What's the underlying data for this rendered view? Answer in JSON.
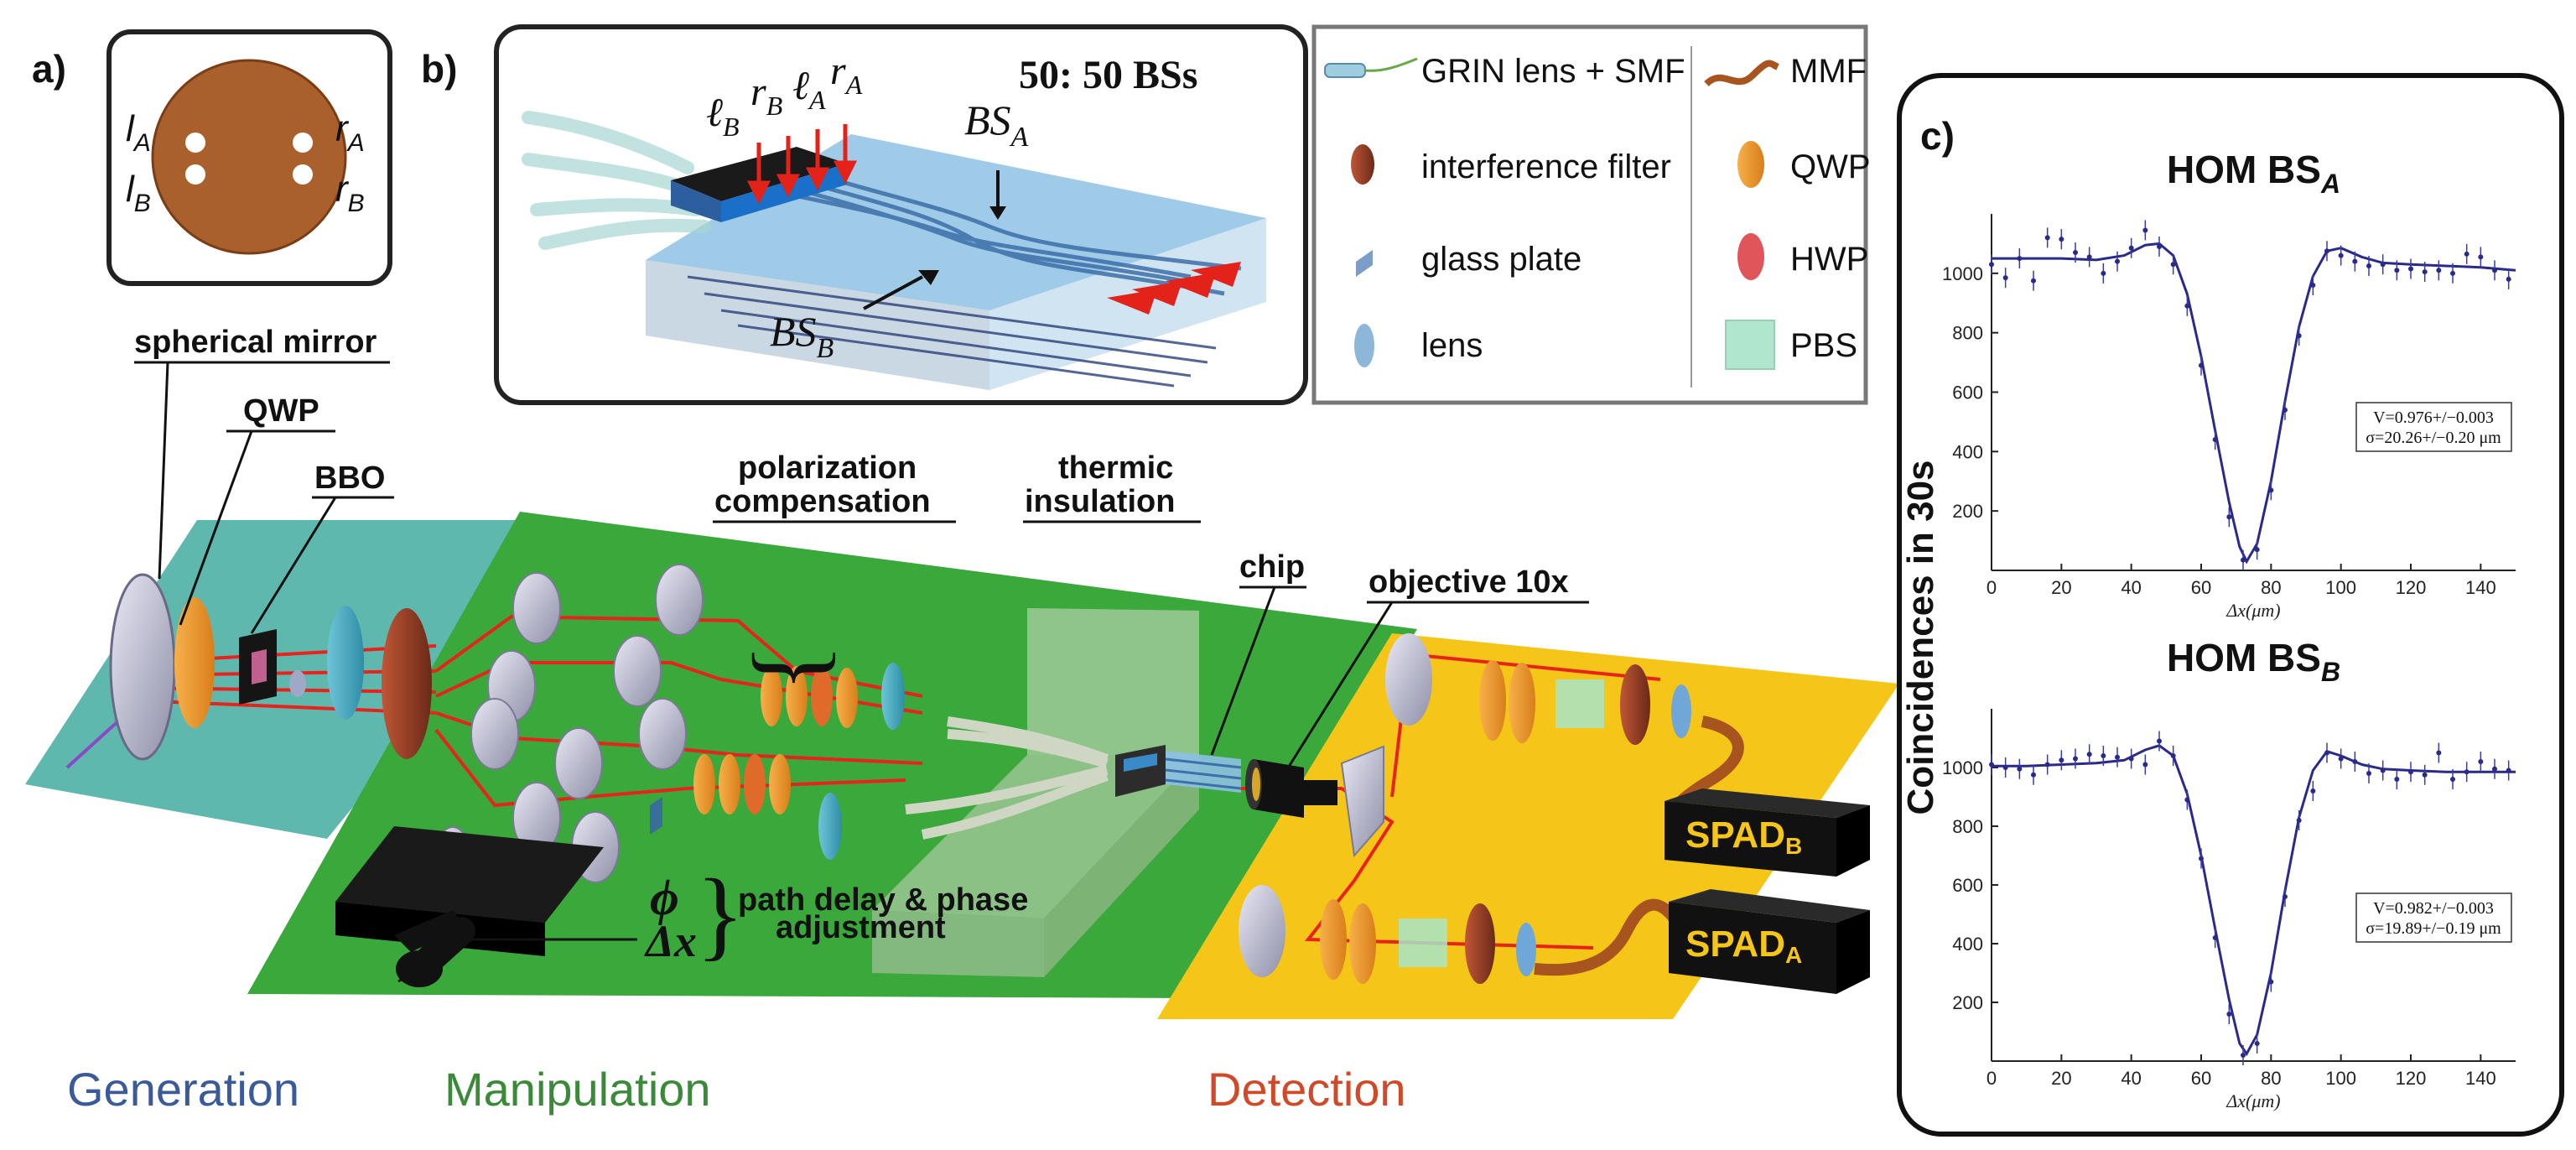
{
  "panel_labels": {
    "a": "a)",
    "b": "b)",
    "c": "c)"
  },
  "panel_a": {
    "port_lA": "l",
    "port_lA_sub": "A",
    "port_lB": "l",
    "port_lB_sub": "B",
    "port_rA": "r",
    "port_rA_sub": "A",
    "port_rB": "r",
    "port_rB_sub": "B"
  },
  "panel_b": {
    "title": "50: 50 BSs",
    "ports": [
      {
        "main": "ℓ",
        "sub": "B"
      },
      {
        "main": "r",
        "sub": "B"
      },
      {
        "main": "ℓ",
        "sub": "A"
      },
      {
        "main": "r",
        "sub": "A"
      }
    ],
    "bs_a": {
      "main": "BS",
      "sub": "A"
    },
    "bs_b": {
      "main": "BS",
      "sub": "B"
    }
  },
  "legend": {
    "left": [
      "GRIN lens + SMF",
      "interference filter",
      "glass plate",
      "lens"
    ],
    "right": [
      "MMF",
      "QWP",
      "HWP",
      "PBS"
    ]
  },
  "setup": {
    "labels": {
      "spherical_mirror": "spherical mirror",
      "qwp": "QWP",
      "bbo": "BBO",
      "polarization_line1": "polarization",
      "polarization_line2": "compensation",
      "thermic_line1": "thermic",
      "thermic_line2": "insulation",
      "chip": "chip",
      "objective": "objective 10x",
      "phi": "ϕ",
      "delta_x": "Δx",
      "path_delay_line1": "path delay & phase",
      "path_delay_line2": "adjustment",
      "spad_b": "SPAD",
      "spad_b_sub": "B",
      "spad_a": "SPAD",
      "spad_a_sub": "A"
    },
    "stages": {
      "generation": "Generation",
      "manipulation": "Manipulation",
      "detection": "Detection"
    },
    "colors": {
      "generation_plane": "#5fb8ad",
      "manipulation_plane": "#3aa83a",
      "detection_plane": "#f5c518",
      "generation_text": "#3a5a9a",
      "manipulation_text": "#3a8a3a",
      "detection_text": "#d04a2a",
      "beam": "#e8221c"
    }
  },
  "chart_data": [
    {
      "type": "scatter",
      "title": "HOM BS",
      "title_sub": "A",
      "xlabel": "Δx(μm)",
      "ylabel": "Coincidences in 30s",
      "xlim": [
        0,
        150
      ],
      "ylim": [
        0,
        1200
      ],
      "xticks": [
        0,
        20,
        40,
        60,
        80,
        100,
        120,
        140
      ],
      "yticks": [
        200,
        400,
        600,
        800,
        1000
      ],
      "annotation": [
        "V=0.976+/−0.003",
        "σ=20.26+/−0.20 μm"
      ],
      "points": [
        [
          0,
          1030
        ],
        [
          4,
          985
        ],
        [
          8,
          1050
        ],
        [
          12,
          975
        ],
        [
          16,
          1120
        ],
        [
          20,
          1115
        ],
        [
          24,
          1070
        ],
        [
          28,
          1055
        ],
        [
          32,
          1000
        ],
        [
          36,
          1040
        ],
        [
          40,
          1085
        ],
        [
          44,
          1145
        ],
        [
          48,
          1090
        ],
        [
          52,
          1030
        ],
        [
          56,
          890
        ],
        [
          60,
          690
        ],
        [
          64,
          440
        ],
        [
          68,
          180
        ],
        [
          72,
          35
        ],
        [
          76,
          70
        ],
        [
          80,
          270
        ],
        [
          84,
          540
        ],
        [
          88,
          790
        ],
        [
          92,
          960
        ],
        [
          96,
          1075
        ],
        [
          100,
          1060
        ],
        [
          104,
          1040
        ],
        [
          108,
          1025
        ],
        [
          112,
          1030
        ],
        [
          116,
          1010
        ],
        [
          120,
          1015
        ],
        [
          124,
          1005
        ],
        [
          128,
          1010
        ],
        [
          132,
          1000
        ],
        [
          136,
          1065
        ],
        [
          140,
          1055
        ],
        [
          144,
          1010
        ],
        [
          148,
          980
        ]
      ],
      "fit": [
        [
          0,
          1050
        ],
        [
          10,
          1050
        ],
        [
          20,
          1050
        ],
        [
          30,
          1045
        ],
        [
          38,
          1060
        ],
        [
          44,
          1095
        ],
        [
          48,
          1100
        ],
        [
          52,
          1060
        ],
        [
          56,
          930
        ],
        [
          60,
          720
        ],
        [
          64,
          470
        ],
        [
          68,
          230
        ],
        [
          71,
          80
        ],
        [
          73,
          30
        ],
        [
          76,
          90
        ],
        [
          80,
          300
        ],
        [
          84,
          570
        ],
        [
          88,
          820
        ],
        [
          92,
          990
        ],
        [
          96,
          1075
        ],
        [
          100,
          1085
        ],
        [
          106,
          1055
        ],
        [
          112,
          1035
        ],
        [
          120,
          1030
        ],
        [
          130,
          1025
        ],
        [
          140,
          1020
        ],
        [
          150,
          1010
        ]
      ]
    },
    {
      "type": "scatter",
      "title": "HOM BS",
      "title_sub": "B",
      "xlabel": "Δx(μm)",
      "ylabel": "Coincidences in 30s",
      "xlim": [
        0,
        150
      ],
      "ylim": [
        0,
        1200
      ],
      "xticks": [
        0,
        20,
        40,
        60,
        80,
        100,
        120,
        140
      ],
      "yticks": [
        200,
        400,
        600,
        800,
        1000
      ],
      "annotation": [
        "V=0.982+/−0.003",
        "σ=19.89+/−0.19 μm"
      ],
      "points": [
        [
          0,
          1010
        ],
        [
          4,
          1000
        ],
        [
          8,
          995
        ],
        [
          12,
          975
        ],
        [
          16,
          1010
        ],
        [
          20,
          1025
        ],
        [
          24,
          1030
        ],
        [
          28,
          1045
        ],
        [
          32,
          1040
        ],
        [
          36,
          1035
        ],
        [
          40,
          1030
        ],
        [
          44,
          1010
        ],
        [
          48,
          1090
        ],
        [
          52,
          1040
        ],
        [
          56,
          890
        ],
        [
          60,
          690
        ],
        [
          64,
          420
        ],
        [
          68,
          160
        ],
        [
          72,
          20
        ],
        [
          76,
          60
        ],
        [
          80,
          270
        ],
        [
          84,
          560
        ],
        [
          88,
          820
        ],
        [
          92,
          920
        ],
        [
          96,
          1050
        ],
        [
          100,
          1030
        ],
        [
          104,
          1020
        ],
        [
          108,
          980
        ],
        [
          112,
          990
        ],
        [
          116,
          960
        ],
        [
          120,
          985
        ],
        [
          124,
          975
        ],
        [
          128,
          1050
        ],
        [
          132,
          960
        ],
        [
          136,
          985
        ],
        [
          140,
          1020
        ],
        [
          144,
          995
        ],
        [
          148,
          990
        ]
      ],
      "fit": [
        [
          0,
          1005
        ],
        [
          10,
          1005
        ],
        [
          20,
          1010
        ],
        [
          30,
          1015
        ],
        [
          38,
          1025
        ],
        [
          44,
          1060
        ],
        [
          48,
          1075
        ],
        [
          52,
          1040
        ],
        [
          56,
          910
        ],
        [
          60,
          700
        ],
        [
          64,
          450
        ],
        [
          68,
          210
        ],
        [
          71,
          60
        ],
        [
          73,
          25
        ],
        [
          76,
          90
        ],
        [
          80,
          300
        ],
        [
          84,
          580
        ],
        [
          88,
          830
        ],
        [
          92,
          990
        ],
        [
          96,
          1055
        ],
        [
          100,
          1040
        ],
        [
          106,
          1010
        ],
        [
          112,
          995
        ],
        [
          120,
          990
        ],
        [
          130,
          985
        ],
        [
          140,
          985
        ],
        [
          150,
          985
        ]
      ]
    }
  ]
}
